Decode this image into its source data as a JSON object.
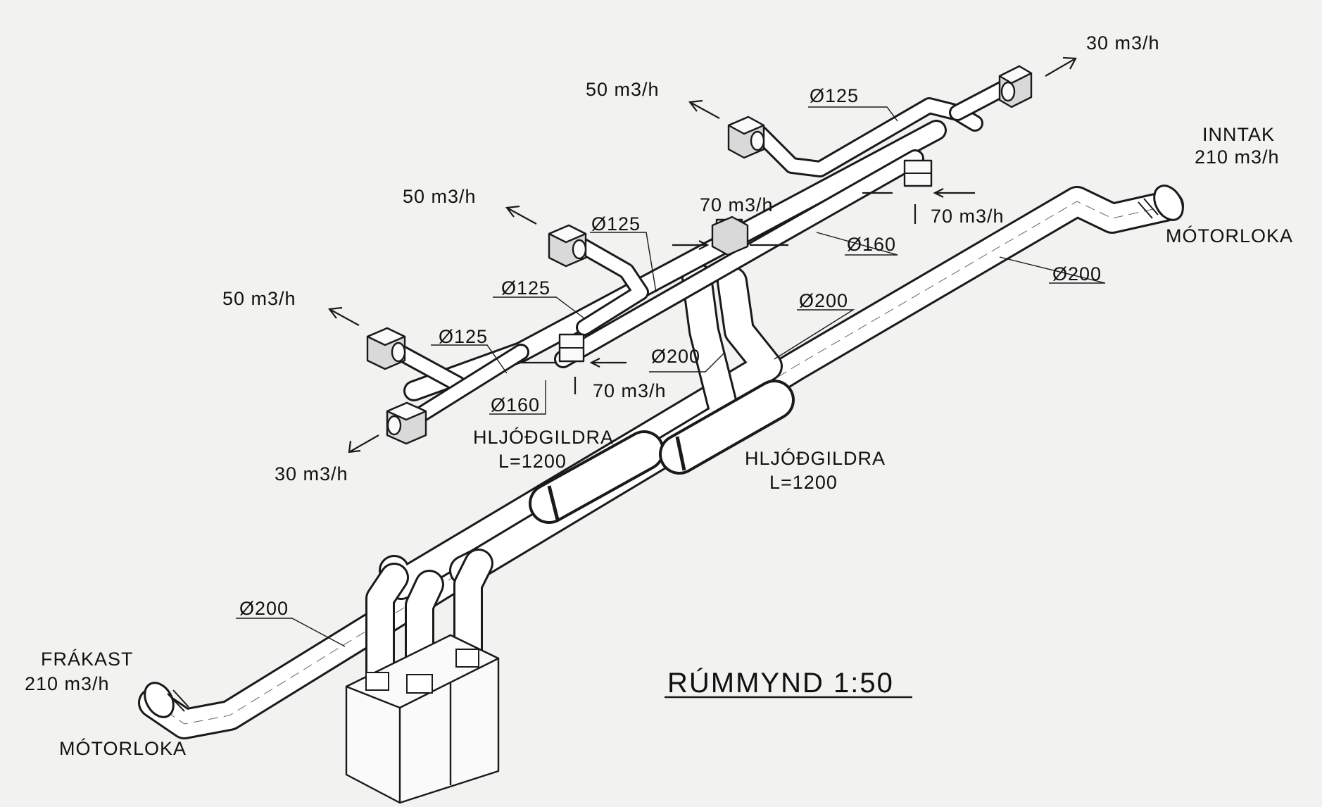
{
  "drawing": {
    "title": "RÚMMYND 1:50",
    "labels": {
      "flow_30_top": "30 m3/h",
      "flow_50_top": "50 m3/h",
      "d125_top": "Ø125",
      "inntak": "INNTAK",
      "inntak_flow": "210 m3/h",
      "flow_50_mid": "50 m3/h",
      "d125_mid": "Ø125",
      "flow_70_mid": "70 m3/h",
      "flow_70_right": "70 m3/h",
      "d160_right": "Ø160",
      "motorloka_right": "MÓTORLOKA",
      "d200_right": "Ø200",
      "flow_50_left": "50 m3/h",
      "d125_left": "Ø125",
      "d125_left2": "Ø125",
      "d200_mid": "Ø200",
      "d200_center": "Ø200",
      "flow_70_left": "70 m3/h",
      "d160_left": "Ø160",
      "flow_30_bottom": "30 m3/h",
      "hljodgildra_1": "HLJÓÐGILDRA",
      "hljodgildra_1_len": "L=1200",
      "hljodgildra_2": "HLJÓÐGILDRA",
      "hljodgildra_2_len": "L=1200",
      "d200_left": "Ø200",
      "frakast": "FRÁKAST",
      "frakast_flow": "210 m3/h",
      "motorloka_left": "MÓTORLOKA"
    }
  }
}
